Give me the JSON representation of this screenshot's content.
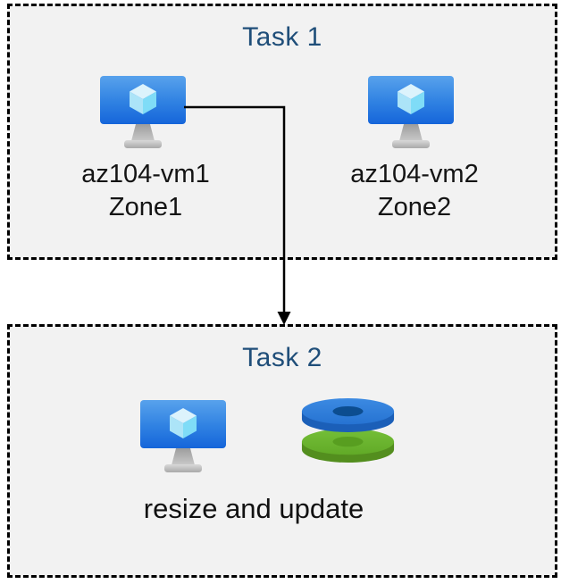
{
  "diagram": {
    "background": "#ffffff",
    "box_fill": "#f2f2f2",
    "box_border_color": "#000000",
    "title_color": "#1f4e79",
    "label_color": "#141414"
  },
  "task1": {
    "title": "Task 1",
    "vms": [
      {
        "name": "az104-vm1",
        "zone": "Zone1",
        "icon": "virtual-machine-icon"
      },
      {
        "name": "az104-vm2",
        "zone": "Zone2",
        "icon": "virtual-machine-icon"
      }
    ]
  },
  "task2": {
    "title": "Task 2",
    "caption": "resize and update",
    "icons": [
      "virtual-machine-icon",
      "managed-disk-stack-icon"
    ]
  },
  "icon_colors": {
    "monitor_blue_top": "#58a2ec",
    "monitor_blue_bottom": "#1565da",
    "cube_top": "#dcf3fc",
    "cube_left": "#ace4f8",
    "cube_right": "#7fdcf7",
    "disk_blue_top": "#2f7ed9",
    "disk_blue_rim": "#1b5fb8",
    "disk_blue_hole": "#0c4d90",
    "disk_green_top": "#6cb52f",
    "disk_green_rim": "#538e1e",
    "disk_green_hole": "#589e20",
    "stand_gray": "#a6a6a6"
  }
}
